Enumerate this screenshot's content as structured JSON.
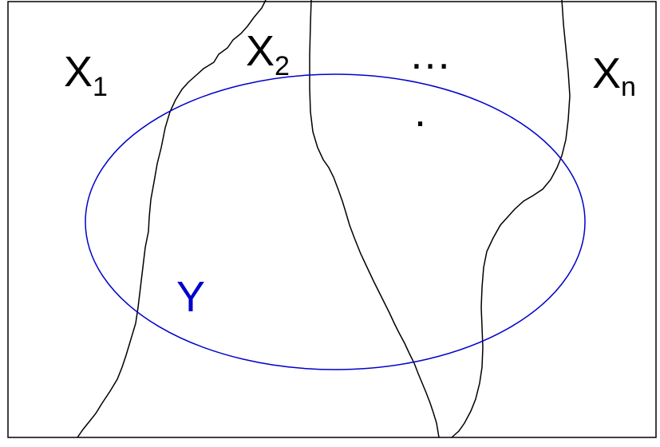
{
  "diagram": {
    "regions": [
      {
        "name": "X",
        "subscript": "1"
      },
      {
        "name": "X",
        "subscript": "2"
      },
      {
        "name": "X",
        "subscript": "n"
      }
    ],
    "ellipsis": "…",
    "dot": ".",
    "set_label": "Y",
    "colors": {
      "border": "#000000",
      "partition_lines": "#000000",
      "ellipse": "#0000cc",
      "set_label": "#0000cc",
      "background": "#ffffff"
    }
  }
}
